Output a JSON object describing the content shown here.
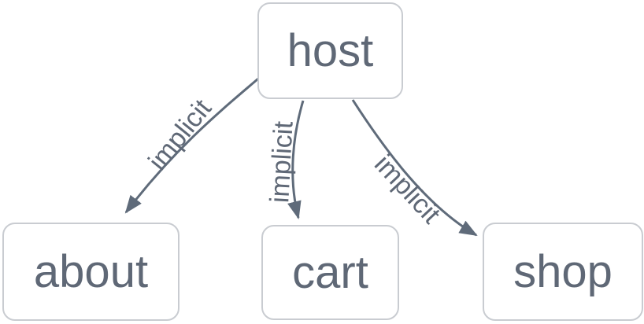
{
  "diagram": {
    "type": "flowchart",
    "nodes": [
      {
        "id": "host",
        "label": "host"
      },
      {
        "id": "about",
        "label": "about"
      },
      {
        "id": "cart",
        "label": "cart"
      },
      {
        "id": "shop",
        "label": "shop"
      }
    ],
    "edges": [
      {
        "from": "host",
        "to": "about",
        "label": "implicit",
        "arrow": "filled-triangle"
      },
      {
        "from": "host",
        "to": "cart",
        "label": "implicit",
        "arrow": "filled-triangle"
      },
      {
        "from": "host",
        "to": "shop",
        "label": "implicit",
        "arrow": "filled-triangle"
      }
    ],
    "colors": {
      "background": "#ffffff",
      "node_fill": "#ffffff",
      "node_border": "#c9ccd1",
      "node_text": "#5f6876",
      "edge_stroke": "#5f6b7a",
      "edge_label_text": "#5f6876"
    }
  }
}
